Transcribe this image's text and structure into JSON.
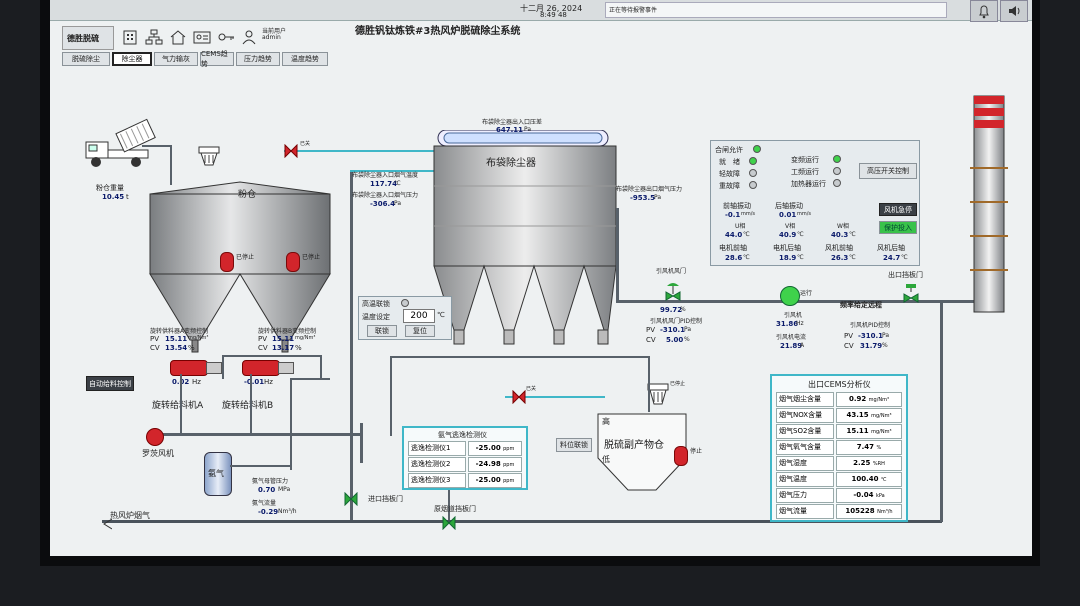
{
  "topbar": {
    "date": "十二月 26, 2024",
    "time": "8:49 48",
    "alarm_text": "正在等待报警事件"
  },
  "header": {
    "title": "德胜钒钛炼铁#3热风炉脱硫除尘系统",
    "app_name": "德胜脱硫",
    "user_label": "当前用户",
    "user_name": "admin"
  },
  "tabs": [
    "脱硫除尘",
    "除尘器",
    "气力输灰",
    "CEMS趋势",
    "压力趋势",
    "温度趋势"
  ],
  "ash": {
    "label": "粉仓",
    "weight_label": "粉仓重量",
    "weight_value": "10.45",
    "weight_unit": "t"
  },
  "feederA": {
    "name": "旋转给料机A",
    "pid_label": "旋转供料器A变频控制",
    "pv": "15.11",
    "pv_unit": "mg/Nm³",
    "cv": "13.54",
    "cv_unit": "%",
    "freq": "0.02",
    "freq_unit": "Hz"
  },
  "feederB": {
    "name": "旋转给料机B",
    "pid_label": "旋转供料器B变频控制",
    "pv": "15.11",
    "pv_unit": "mg/Nm³",
    "cv": "13.17",
    "cv_unit": "%",
    "freq": "-0.01",
    "freq_unit": "Hz"
  },
  "auto_feed_button": "自动给料控制",
  "roots_fan": "罗茨风机",
  "ammonia": {
    "label": "氨气",
    "pressure_label": "氨气母管压力",
    "pressure": "0.70",
    "pressure_unit": "MPa",
    "flow_label": "氨气流量",
    "flow": "-0.29",
    "flow_unit": "Nm³/h"
  },
  "hot_air_label": "热风炉烟气",
  "inlet_damper": "进口挡板门",
  "bypass_damper": "原烟道挡板门",
  "outlet_damper": "出口挡板门",
  "baghouse": {
    "name": "布袋除尘器",
    "inlet_temp_label": "布袋除尘器入口烟气温度",
    "inlet_temp": "117.74",
    "temp_unit": "℃",
    "inlet_press_label": "布袋除尘器入口烟气压力",
    "inlet_press": "-306.4",
    "press_unit": "Pa",
    "diff_label": "布袋除尘器出入口压差",
    "diff": "647.11",
    "diff_unit": "Pa",
    "outlet_press_label": "布袋除尘器出口烟气压力",
    "outlet_press": "-953.5"
  },
  "high_temp": {
    "label": "高温联锁",
    "setpoint_label": "温度设定",
    "setpoint": "200",
    "unit": "℃",
    "link_button": "联锁",
    "reset_button": "复位"
  },
  "escape": {
    "title": "氨气逃逸检测仪",
    "rows": [
      {
        "k": "逃逸检测仪1",
        "v": "-25.00",
        "u": "ppm"
      },
      {
        "k": "逃逸检测仪2",
        "v": "-24.98",
        "u": "ppm"
      },
      {
        "k": "逃逸检测仪3",
        "v": "-25.00",
        "u": "ppm"
      }
    ]
  },
  "byproduct": {
    "label": "脱硫副产物仓",
    "high": "高",
    "low": "低",
    "link_button": "料位联锁",
    "stop": "停止"
  },
  "fan": {
    "damper_label": "引风机风门",
    "damper_value": "99.72",
    "damper_unit": "%",
    "damper_pid": "引风机风门PID控制",
    "damper_pv": "-310.1",
    "damper_cv": "5.00",
    "name": "引风机",
    "freq": "31.86",
    "freq_unit": "Hz",
    "current_label": "引风机电流",
    "current": "21.89",
    "current_unit": "A",
    "vfd_pid": "引风机PID控制",
    "vfd_pv": "-310.1",
    "vfd_cv": "31.79",
    "remote_label": "频率给定远程",
    "run_label": "运行"
  },
  "status": {
    "items": [
      {
        "label": "合闸允许",
        "color": "#3fd24b"
      },
      {
        "label": "就　绪",
        "color": "#3fd24b"
      },
      {
        "label": "轻故障",
        "color": "#c7cbce"
      },
      {
        "label": "重故障",
        "color": "#c7cbce"
      },
      {
        "label": "变频运行",
        "color": "#3fd24b"
      },
      {
        "label": "工频运行",
        "color": "#c7cbce"
      },
      {
        "label": "加热器运行",
        "color": "#c7cbce"
      }
    ],
    "hv_button": "高压开关控制",
    "fan_estop": "风机急停",
    "protect_button": "保护投入"
  },
  "vib": {
    "front_label": "前轴振动",
    "front": "-0.1",
    "rear_label": "后轴振动",
    "rear": "0.01",
    "vib_unit": "mm/s",
    "u_label": "U相",
    "u": "44.0",
    "v_label": "V相",
    "v": "40.9",
    "w_label": "W相",
    "w": "40.3",
    "t_unit": "℃",
    "m_front_label": "电机前轴",
    "m_front": "28.6",
    "m_rear_label": "电机后轴",
    "m_rear": "18.9",
    "f_front_label": "风机前轴",
    "f_front": "26.3",
    "f_rear_label": "风机后轴",
    "f_rear": "24.7"
  },
  "cems": {
    "title": "出口CEMS分析仪",
    "rows": [
      {
        "k": "烟气烟尘含量",
        "v": "0.92",
        "u": "mg/Nm³"
      },
      {
        "k": "烟气NOX含量",
        "v": "43.15",
        "u": "mg/Nm³"
      },
      {
        "k": "烟气SO2含量",
        "v": "15.11",
        "u": "mg/Nm³"
      },
      {
        "k": "烟气氧气含量",
        "v": "7.47",
        "u": "%"
      },
      {
        "k": "烟气湿度",
        "v": "2.25",
        "u": "%RH"
      },
      {
        "k": "烟气温度",
        "v": "100.40",
        "u": "℃"
      },
      {
        "k": "烟气压力",
        "v": "-0.04",
        "u": "kPa"
      },
      {
        "k": "烟气流量",
        "v": "105228",
        "u": "Nm³/h"
      }
    ]
  },
  "pv_label": "PV",
  "cv_label": "CV",
  "cv_unit": "%",
  "pa": "Pa",
  "valve_state": "已关",
  "valve_state2": "已关",
  "stop_state": "已停止"
}
